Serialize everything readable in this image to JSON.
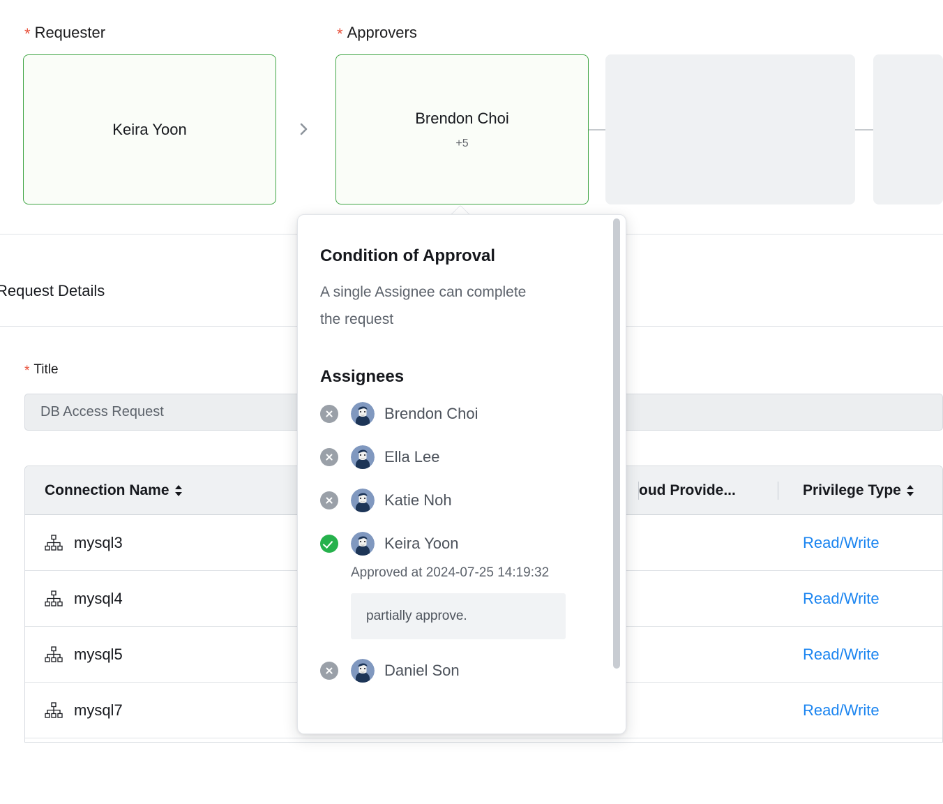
{
  "flow": {
    "requester": {
      "label": "Requester",
      "required_mark": "*",
      "name": "Keira Yoon"
    },
    "approvers": {
      "label": "Approvers",
      "required_mark": "*",
      "name": "Brendon Choi",
      "extra_count": "+5"
    },
    "arrow_icon": "chevron-right-icon",
    "placeholder_nodes": [
      "",
      ""
    ]
  },
  "request_details": {
    "section_title": "Request Details",
    "title_field": {
      "label": "Title",
      "required_mark": "*",
      "value": "DB Access Request"
    },
    "table": {
      "columns": [
        {
          "label": "Connection Name",
          "sortable": true
        },
        {
          "label": "oud Provide...",
          "sortable": false
        },
        {
          "label": "Privilege Type",
          "sortable": true
        }
      ],
      "rows": [
        {
          "connection_name": "mysql3",
          "connection_icon": "sitemap-icon",
          "cloud_provider": "",
          "privilege_type": "Read/Write"
        },
        {
          "connection_name": "mysql4",
          "connection_icon": "sitemap-icon",
          "cloud_provider": "",
          "privilege_type": "Read/Write"
        },
        {
          "connection_name": "mysql5",
          "connection_icon": "sitemap-icon",
          "cloud_provider": "",
          "privilege_type": "Read/Write"
        },
        {
          "connection_name": "mysql7",
          "connection_icon": "sitemap-icon",
          "cloud_provider": "",
          "privilege_type": "Read/Write"
        }
      ]
    }
  },
  "popover": {
    "condition_title": "Condition of Approval",
    "condition_text": "A single Assignee can complete the request",
    "assignees_title": "Assignees",
    "assignees": [
      {
        "name": "Brendon Choi",
        "status": "pending",
        "status_icon": "x-circle-icon",
        "avatar_icon": "user-avatar",
        "approved_at": "",
        "comment": ""
      },
      {
        "name": "Ella Lee",
        "status": "pending",
        "status_icon": "x-circle-icon",
        "avatar_icon": "user-avatar",
        "approved_at": "",
        "comment": ""
      },
      {
        "name": "Katie Noh",
        "status": "pending",
        "status_icon": "x-circle-icon",
        "avatar_icon": "user-avatar",
        "approved_at": "",
        "comment": ""
      },
      {
        "name": "Keira Yoon",
        "status": "approved",
        "status_icon": "check-circle-icon",
        "avatar_icon": "user-avatar",
        "approved_at": "Approved at 2024-07-25 14:19:32",
        "comment": "partially approve."
      },
      {
        "name": "Daniel Son",
        "status": "pending",
        "status_icon": "x-circle-icon",
        "avatar_icon": "user-avatar",
        "approved_at": "",
        "comment": ""
      }
    ]
  },
  "colors": {
    "approved_green": "#26b14c",
    "node_border_green": "#3fa544",
    "required_red": "#e8503a",
    "link_blue": "#1a84f0",
    "muted_grey": "#5c626b",
    "panel_grey": "#eff1f3"
  }
}
